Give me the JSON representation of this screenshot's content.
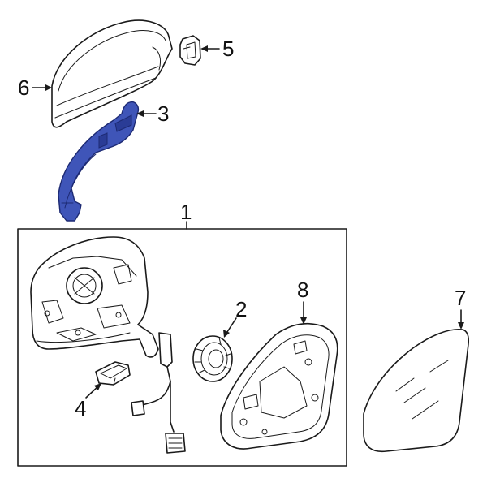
{
  "diagram": {
    "callouts": [
      {
        "id": "1",
        "label": "1"
      },
      {
        "id": "2",
        "label": "2"
      },
      {
        "id": "3",
        "label": "3"
      },
      {
        "id": "4",
        "label": "4"
      },
      {
        "id": "5",
        "label": "5"
      },
      {
        "id": "6",
        "label": "6"
      },
      {
        "id": "7",
        "label": "7"
      },
      {
        "id": "8",
        "label": "8"
      }
    ],
    "highlighted_part": "3",
    "colors": {
      "highlight": "#3f55b8",
      "line": "#1a1a1a",
      "background": "#ffffff"
    }
  }
}
